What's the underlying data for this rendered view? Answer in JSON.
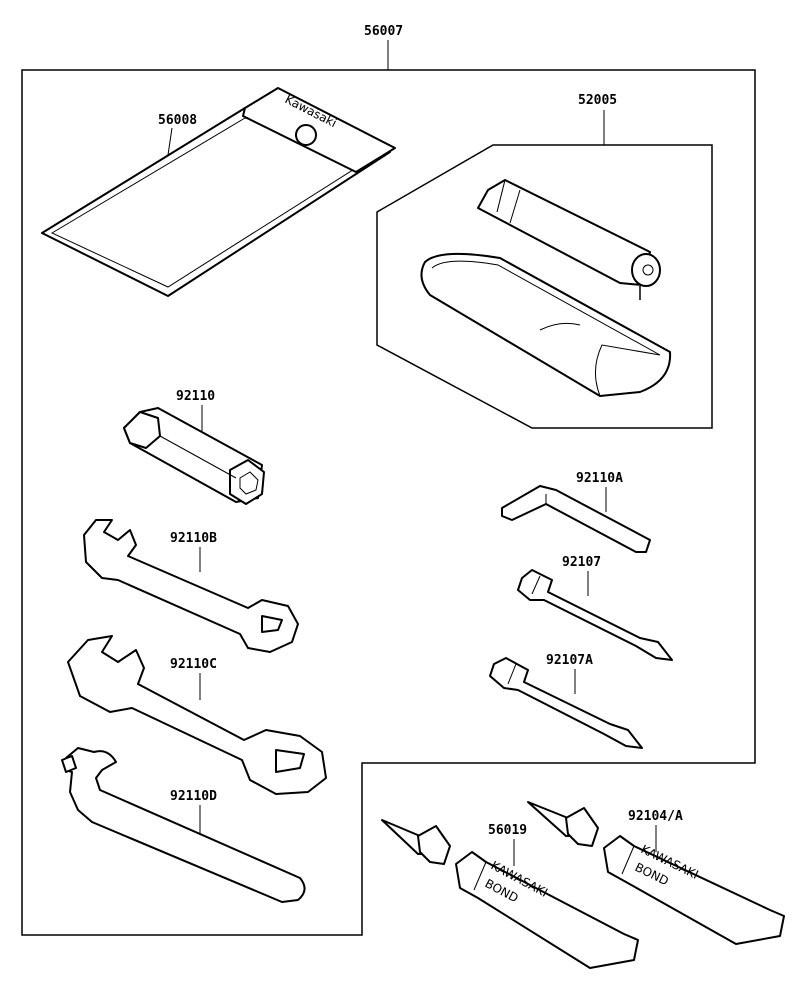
{
  "labels": {
    "assembly": "56007",
    "pouch": "56008",
    "pump_kit": "52005",
    "plug_wrench": "92110",
    "wrench_b": "92110B",
    "wrench_c": "92110C",
    "wrench_d": "92110D",
    "hex_key": "92110A",
    "driver": "92107",
    "driver_a": "92107A",
    "bond_1": "56019",
    "bond_2": "92104/A"
  },
  "brand": {
    "pouch_text": "Kawasaki",
    "tube_text": "KAWASAKI",
    "tube_sub": "BOND"
  }
}
